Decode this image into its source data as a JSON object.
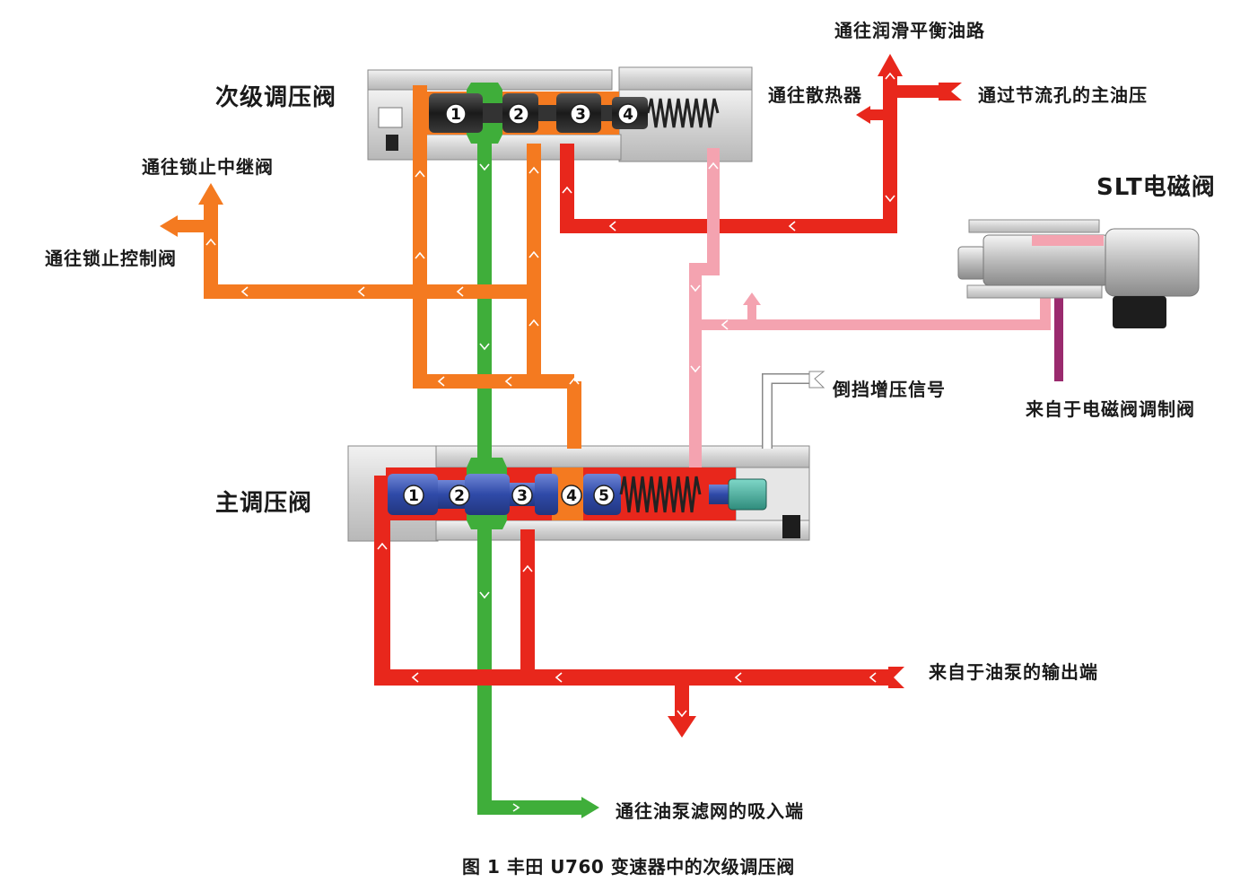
{
  "labels": {
    "secondary_valve": "次级调压阀",
    "primary_valve": "主调压阀",
    "to_lubrication": "通往润滑平衡油路",
    "to_radiator": "通往散热器",
    "via_orifice": "通过节流孔的主油压",
    "slt_solenoid": "SLT电磁阀",
    "to_lockup_relay": "通往锁止中继阀",
    "to_lockup_control": "通往锁止控制阀",
    "reverse_boost": "倒挡增压信号",
    "from_solenoid_modulator": "来自于电磁阀调制阀",
    "from_pump_output": "来自于油泵的输出端",
    "to_pump_strainer": "通往油泵滤网的吸入端",
    "caption": "图 1  丰田 U760 变速器中的次级调压阀"
  },
  "secondary_ports": [
    "1",
    "2",
    "3",
    "4"
  ],
  "primary_ports": [
    "1",
    "2",
    "3",
    "4",
    "5"
  ],
  "colors": {
    "line_pressure": "#e8271c",
    "secondary_pressure": "#f47a20",
    "drain": "#3fae3a",
    "solenoid_signal": "#f4a3b0",
    "modulator": "#9a2a6e",
    "secondary_spool": "#2b2b2b",
    "primary_spool": "#2f4aa8",
    "body": "#d9d9d9"
  }
}
